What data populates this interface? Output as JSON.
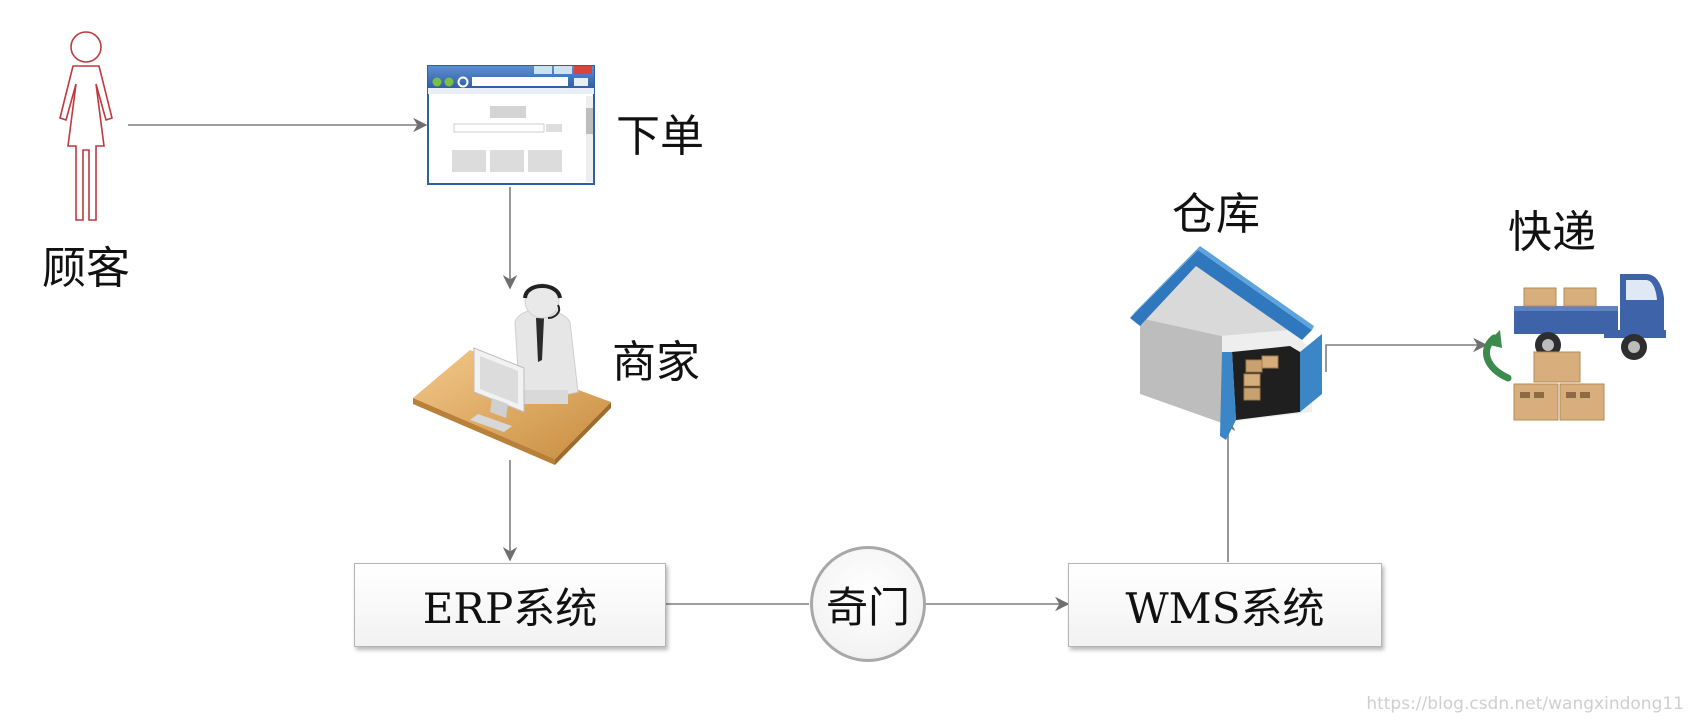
{
  "labels": {
    "customer": "顾客",
    "order": "下单",
    "merchant": "商家",
    "warehouse": "仓库",
    "express": "快递"
  },
  "boxes": {
    "erp": "ERP系统",
    "qimen": "奇门",
    "wms": "WMS系统"
  },
  "watermark": "https://blog.csdn.net/wangxindong11",
  "colors": {
    "arrow": "#7f7f7f",
    "customer_outline": "#c0393f",
    "roof": "#3a86c6",
    "truck": "#3f63a8",
    "desk": "#d9a35a",
    "box": "#d7ae7c",
    "turn_arrow": "#3d8a4e"
  },
  "icons": [
    "person-icon",
    "browser-window-icon",
    "call-center-agent-icon",
    "warehouse-icon",
    "delivery-truck-icon"
  ]
}
